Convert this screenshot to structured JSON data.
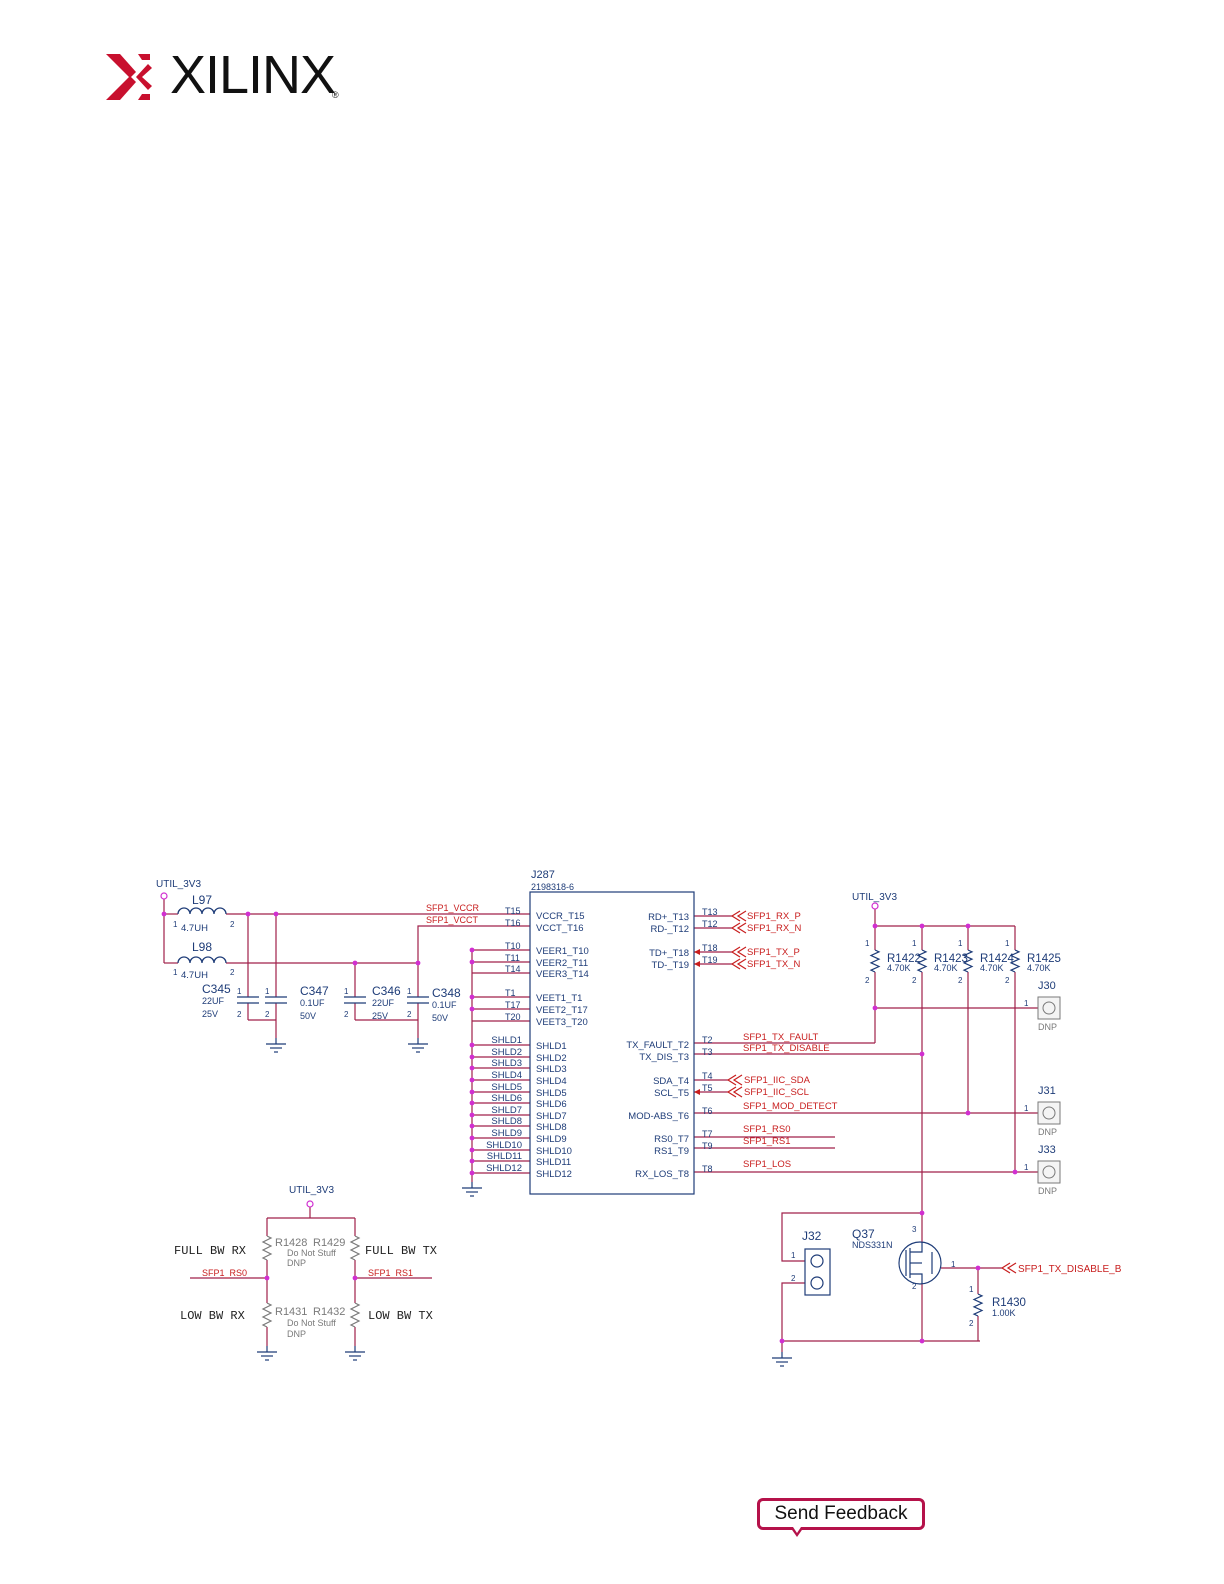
{
  "header": {
    "logo_text": "XILINX",
    "logo_mark": "®"
  },
  "colors": {
    "wire": "#a0204a",
    "node": "#d12fd1",
    "comp": "#1e3c78",
    "net": "#c81e1e",
    "grey": "#7a7a7a",
    "accent": "#b5124a"
  },
  "footer": {
    "feedback_label": "Send Feedback"
  },
  "schematic": {
    "conn_ref": "J287",
    "conn_part": "2198318-6",
    "util": [
      "UTIL_3V3",
      "UTIL_3V3",
      "UTIL_3V3"
    ],
    "inductors": [
      {
        "ref": "L97",
        "val": "4.7UH",
        "p1": "1",
        "p2": "2"
      },
      {
        "ref": "L98",
        "val": "4.7UH",
        "p1": "1",
        "p2": "2"
      }
    ],
    "caps": [
      {
        "ref": "C345",
        "val": "22UF",
        "volt": "25V",
        "p1": "1",
        "p2": "2"
      },
      {
        "ref": "C347",
        "val": "0.1UF",
        "volt": "50V",
        "p1": "1",
        "p2": "2"
      },
      {
        "ref": "C346",
        "val": "22UF",
        "volt": "25V",
        "p1": "1",
        "p2": "2"
      },
      {
        "ref": "C348",
        "val": "0.1UF",
        "volt": "50V",
        "p1": "1",
        "p2": "2"
      }
    ],
    "left_pins": [
      "VCCR_T15",
      "VCCT_T16",
      "VEER1_T10",
      "VEER2_T11",
      "VEER3_T14",
      "VEET1_T1",
      "VEET2_T17",
      "VEET3_T20"
    ],
    "left_pin_nums": [
      "T15",
      "T16",
      "T10",
      "T11",
      "T14",
      "T1",
      "T17",
      "T20"
    ],
    "left_nets": [
      "SFP1_VCCR",
      "SFP1_VCCT"
    ],
    "shld_pins": [
      "SHLD1",
      "SHLD2",
      "SHLD3",
      "SHLD4",
      "SHLD5",
      "SHLD6",
      "SHLD7",
      "SHLD8",
      "SHLD9",
      "SHLD10",
      "SHLD11",
      "SHLD12"
    ],
    "right_pins": [
      "RD+_T13",
      "RD-_T12",
      "TD+_T18",
      "TD-_T19",
      "TX_FAULT_T2",
      "TX_DIS_T3",
      "SDA_T4",
      "SCL_T5",
      "MOD-ABS_T6",
      "RS0_T7",
      "RS1_T9",
      "RX_LOS_T8"
    ],
    "right_pin_nums": [
      "T13",
      "T12",
      "T18",
      "T19",
      "T2",
      "T3",
      "T4",
      "T5",
      "T6",
      "T7",
      "T9",
      "T8"
    ],
    "right_nets": [
      "SFP1_RX_P",
      "SFP1_RX_N",
      "SFP1_TX_P",
      "SFP1_TX_N",
      "SFP1_TX_FAULT",
      "SFP1_TX_DISABLE",
      "SFP1_IIC_SDA",
      "SFP1_IIC_SCL",
      "SFP1_MOD_DETECT",
      "SFP1_RS0",
      "SFP1_RS1",
      "SFP1_LOS"
    ],
    "pullups": [
      {
        "ref": "R1422",
        "val": "4.70K",
        "p1": "1",
        "p2": "2"
      },
      {
        "ref": "R1423",
        "val": "4.70K",
        "p1": "1",
        "p2": "2"
      },
      {
        "ref": "R1424",
        "val": "4.70K",
        "p1": "1",
        "p2": "2"
      },
      {
        "ref": "R1425",
        "val": "4.70K",
        "p1": "1",
        "p2": "2"
      }
    ],
    "test_points": [
      {
        "ref": "J30",
        "pin": "1",
        "dnp": "DNP"
      },
      {
        "ref": "J31",
        "pin": "1",
        "dnp": "DNP"
      },
      {
        "ref": "J33",
        "pin": "1",
        "dnp": "DNP"
      }
    ],
    "rs_labels": [
      "FULL BW RX",
      "FULL BW TX",
      "LOW BW RX",
      "LOW BW TX"
    ],
    "rs_nets": [
      "SFP1_RS0",
      "SFP1_RS1"
    ],
    "rs_resistors": [
      {
        "ref": "R1428",
        "note": "Do Not Stuff",
        "dnp": "DNP"
      },
      {
        "ref": "R1429",
        "note": "",
        "dnp": ""
      },
      {
        "ref": "R1431",
        "note": "Do Not Stuff",
        "dnp": "DNP"
      },
      {
        "ref": "R1432",
        "note": "",
        "dnp": ""
      }
    ],
    "jumper": {
      "ref": "J32",
      "p1": "1",
      "p2": "2"
    },
    "fet": {
      "ref": "Q37",
      "part": "NDS331N",
      "p1": "1",
      "p2": "2",
      "p3": "3"
    },
    "r1430": {
      "ref": "R1430",
      "val": "1.00K",
      "p1": "1",
      "p2": "2"
    },
    "tx_disable_b": "SFP1_TX_DISABLE_B"
  }
}
